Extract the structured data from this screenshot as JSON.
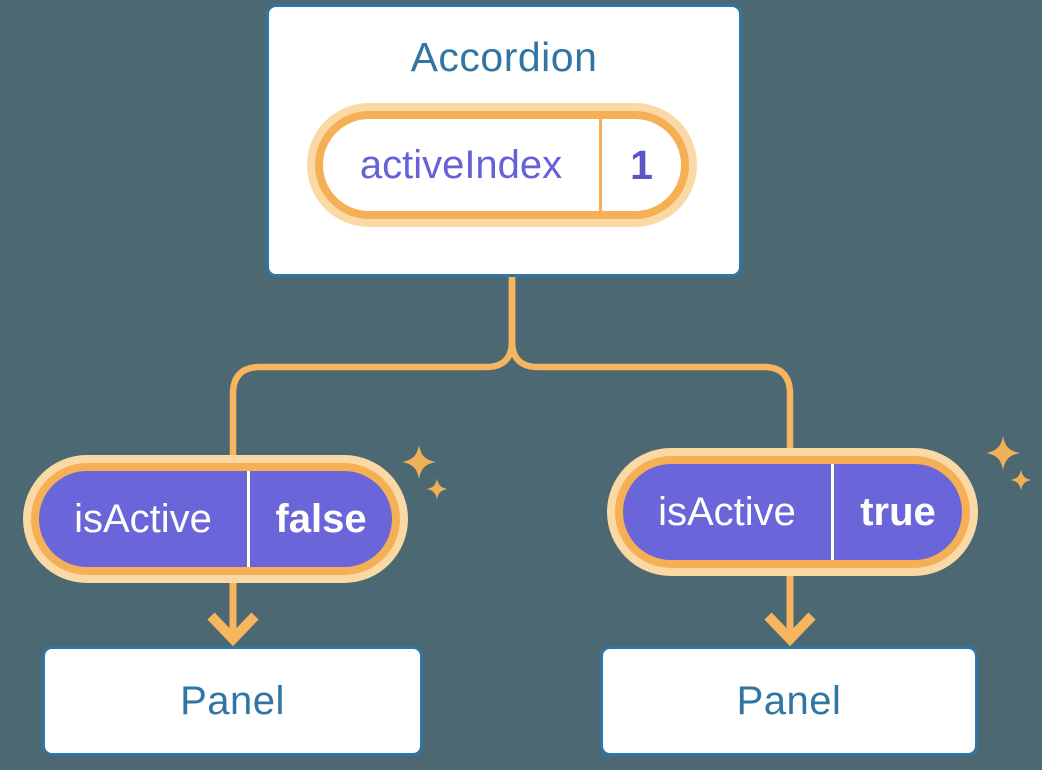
{
  "colors": {
    "background": "#4C6872",
    "card_bg": "#FFFFFF",
    "card_border": "#3176A3",
    "blue_text": "#3176A3",
    "orange_line": "#F6B55E",
    "orange_ring": "#F5AF55",
    "orange_glow": "#FBD9A4",
    "purple": "#6A66D9",
    "purple_text": "#6561D6",
    "purple_value": "#5A57CB",
    "white_text": "#FFFFFF",
    "sparkle": "#F0B057"
  },
  "accordion": {
    "title": "Accordion",
    "state_name": "activeIndex",
    "state_value": "1"
  },
  "left_child": {
    "prop_name": "isActive",
    "prop_value": "false",
    "panel_label": "Panel"
  },
  "right_child": {
    "prop_name": "isActive",
    "prop_value": "true",
    "panel_label": "Panel"
  }
}
